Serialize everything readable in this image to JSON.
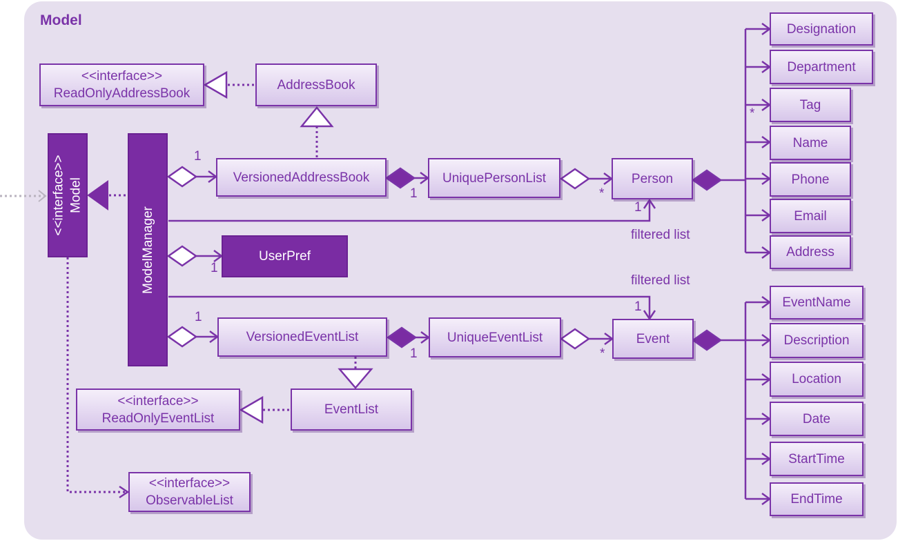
{
  "package": {
    "title": "Model"
  },
  "classes": {
    "read_only_address_book": {
      "stereotype": "<<interface>>",
      "name": "ReadOnlyAddressBook"
    },
    "address_book": {
      "name": "AddressBook"
    },
    "model": {
      "stereotype": "<<interface>>",
      "name": "Model"
    },
    "model_manager": {
      "name": "ModelManager"
    },
    "versioned_address_book": {
      "name": "VersionedAddressBook"
    },
    "unique_person_list": {
      "name": "UniquePersonList"
    },
    "person": {
      "name": "Person"
    },
    "user_pref": {
      "name": "UserPref"
    },
    "versioned_event_list": {
      "name": "VersionedEventList"
    },
    "unique_event_list": {
      "name": "UniqueEventList"
    },
    "event": {
      "name": "Event"
    },
    "read_only_event_list": {
      "stereotype": "<<interface>>",
      "name": "ReadOnlyEventList"
    },
    "event_list": {
      "name": "EventList"
    },
    "observable_list": {
      "stereotype": "<<interface>>",
      "name": "ObservableList"
    },
    "designation": {
      "name": "Designation"
    },
    "department": {
      "name": "Department"
    },
    "tag": {
      "name": "Tag"
    },
    "name": {
      "name": "Name"
    },
    "phone": {
      "name": "Phone"
    },
    "email": {
      "name": "Email"
    },
    "address": {
      "name": "Address"
    },
    "event_name": {
      "name": "EventName"
    },
    "description": {
      "name": "Description"
    },
    "location": {
      "name": "Location"
    },
    "date": {
      "name": "Date"
    },
    "start_time": {
      "name": "StartTime"
    },
    "end_time": {
      "name": "EndTime"
    }
  },
  "labels": {
    "mm_vab_mult": "1",
    "vab_upl_mult": "1",
    "upl_person_mult": "*",
    "person_filtered_mult": "1",
    "person_filtered": "filtered list",
    "user_pref_mult": "1",
    "event_filtered": "filtered list",
    "event_filtered_mult": "1",
    "mm_vel_mult": "1",
    "vel_uel_mult": "1",
    "uel_event_mult": "*",
    "tag_mult": "*"
  },
  "colors": {
    "primary": "#7a33a8",
    "solid_fill": "#7a2ca3",
    "package_bg": "#e6dfee"
  }
}
